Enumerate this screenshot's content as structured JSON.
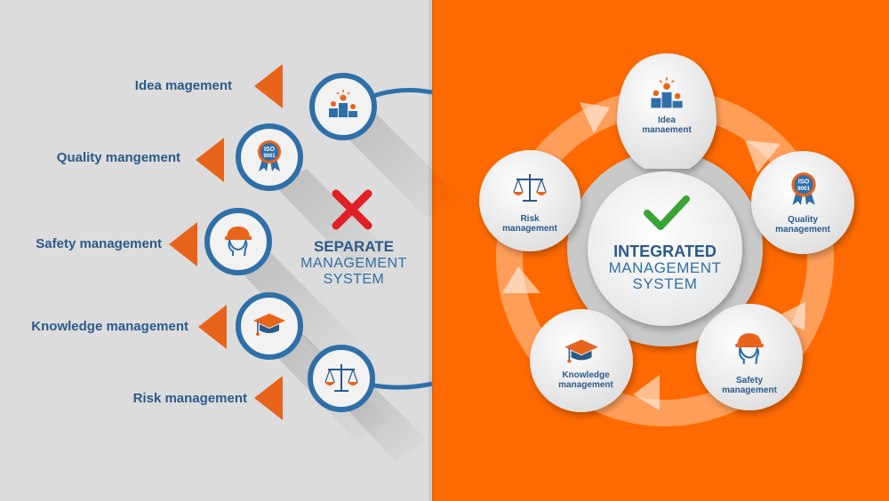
{
  "colors": {
    "left_bg": "#dcdcdc",
    "right_bg": "#ff6a00",
    "blue": "#2f6fa8",
    "dark_blue": "#2b5a8a",
    "orange": "#e8641b",
    "red": "#e01f26",
    "green": "#3aa335"
  },
  "left": {
    "items": [
      {
        "label": "Idea magement",
        "icon": "idea-podium-icon"
      },
      {
        "label": "Quality mangement",
        "icon": "iso-9001-badge-icon"
      },
      {
        "label": "Safety management",
        "icon": "worker-helmet-icon"
      },
      {
        "label": "Knowledge management",
        "icon": "graduation-cap-icon"
      },
      {
        "label": "Risk management",
        "icon": "balance-scale-icon"
      }
    ],
    "status_icon": "cross-icon",
    "title_line1": "SEPARATE",
    "title_line2": "MANAGEMENT",
    "title_line3": "SYSTEM"
  },
  "right": {
    "status_icon": "checkmark-icon",
    "title_line1": "INTEGRATED",
    "title_line2": "MANAGEMENT",
    "title_line3": "SYSTEM",
    "nodes": [
      {
        "line1": "Idea",
        "line2": "manaement",
        "icon": "idea-podium-icon"
      },
      {
        "line1": "Quality",
        "line2": "management",
        "icon": "iso-9001-badge-icon"
      },
      {
        "line1": "Safety",
        "line2": "management",
        "icon": "worker-helmet-icon"
      },
      {
        "line1": "Knowledge",
        "line2": "management",
        "icon": "graduation-cap-icon"
      },
      {
        "line1": "Risk",
        "line2": "management",
        "icon": "balance-scale-icon"
      }
    ]
  },
  "iso_badge_text": {
    "line1": "ISO",
    "line2": "9001"
  }
}
